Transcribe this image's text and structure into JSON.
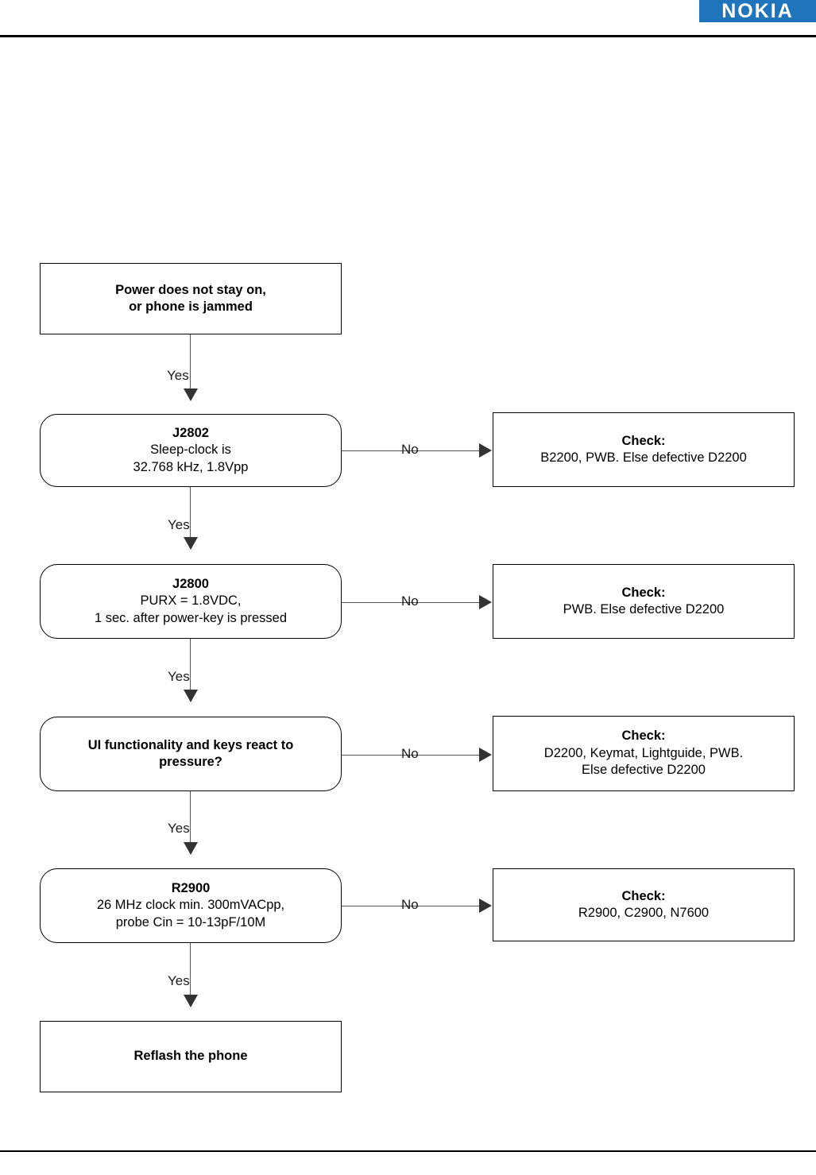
{
  "header": {
    "brand": "NOKIA"
  },
  "flowchart": {
    "title": "Power does not stay on, or phone is jammed troubleshooting",
    "nodes": {
      "start": {
        "line1": "Power does not stay on,",
        "line2": "or phone is jammed"
      },
      "j2802": {
        "line1": "J2802",
        "line2": "Sleep-clock is",
        "line3": "32.768 kHz, 1.8Vpp"
      },
      "check1": {
        "line1": "Check:",
        "line2": "B2200, PWB. Else defective D2200"
      },
      "j2800": {
        "line1": "J2800",
        "line2": "PURX = 1.8VDC,",
        "line3": "1 sec. after power-key is pressed"
      },
      "check2": {
        "line1": "Check:",
        "line2": "PWB. Else defective D2200"
      },
      "ui": {
        "line1": "UI functionality and keys react to",
        "line2": "pressure?"
      },
      "check3": {
        "line1": "Check:",
        "line2": "D2200, Keymat, Lightguide, PWB.",
        "line3": "Else defective D2200"
      },
      "r2900": {
        "line1": "R2900",
        "line2": "26 MHz clock min. 300mVACpp,",
        "line3": "probe Cin = 10-13pF/10M"
      },
      "check4": {
        "line1": "Check:",
        "line2": "R2900, C2900, N7600"
      },
      "reflash": {
        "line1": "Reflash the phone"
      }
    },
    "edge_labels": {
      "yes1": "Yes",
      "no1": "No",
      "yes2": "Yes",
      "no2": "No",
      "yes3": "Yes",
      "no3": "No",
      "yes4": "Yes",
      "no4": "No",
      "yes5": "Yes"
    }
  }
}
